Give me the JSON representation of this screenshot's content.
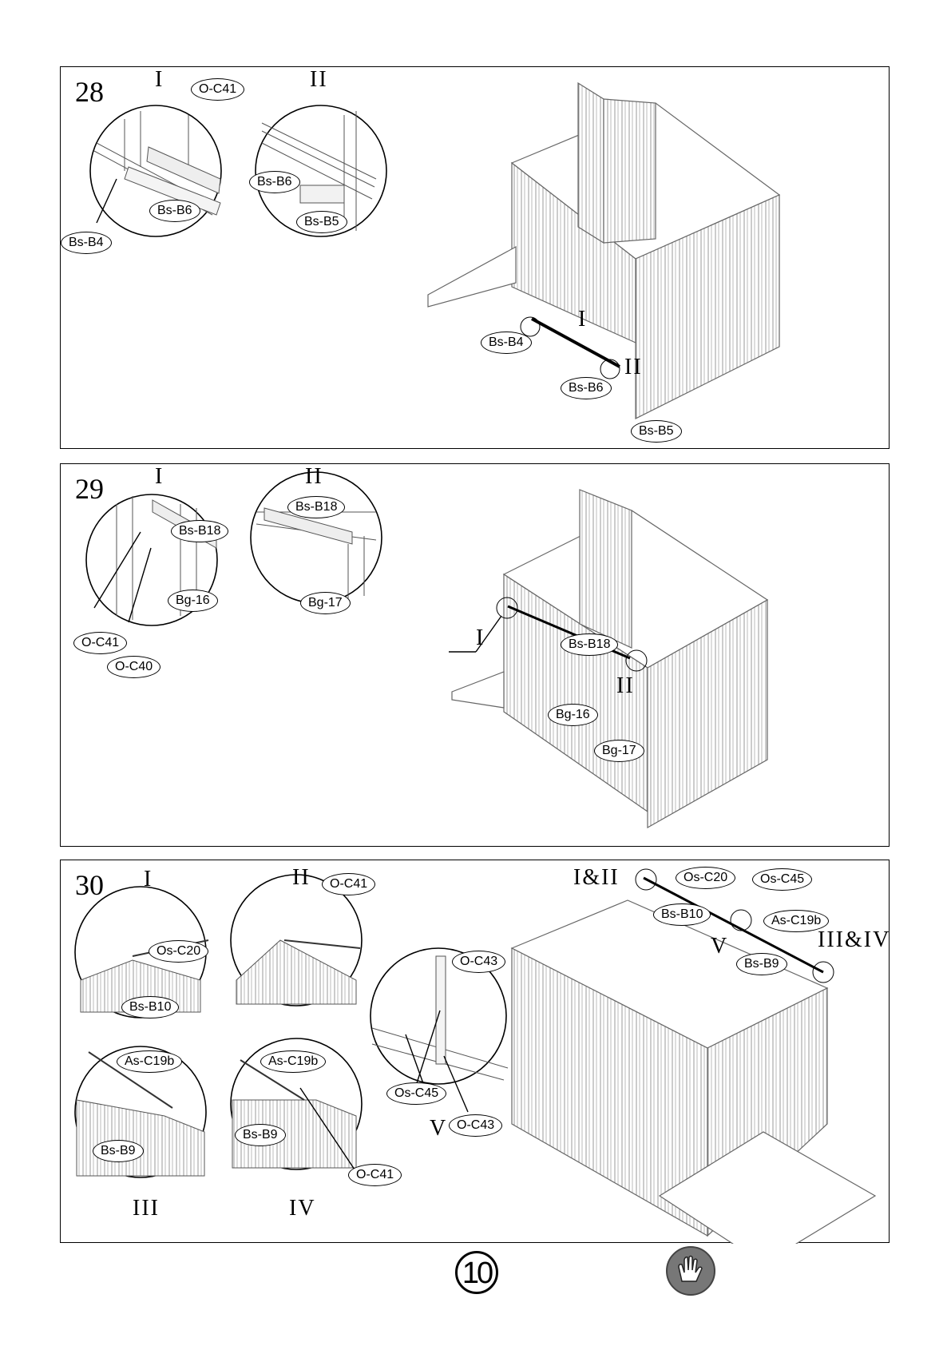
{
  "page_number": "10",
  "steps": [
    {
      "number": "28",
      "details": {
        "i": "I",
        "ii": "II"
      },
      "scene_markers": {
        "i": "I",
        "ii": "II"
      },
      "labels": {
        "o_c41": "O-C41",
        "bs_b4_detail": "Bs-B4",
        "bs_b6_detail_i": "Bs-B6",
        "bs_b6_detail_ii": "Bs-B6",
        "bs_b5_detail": "Bs-B5",
        "bs_b4_scene": "Bs-B4",
        "bs_b6_scene": "Bs-B6",
        "bs_b5_scene": "Bs-B5"
      }
    },
    {
      "number": "29",
      "details": {
        "i": "I",
        "ii": "II"
      },
      "scene_markers": {
        "i": "I",
        "ii": "II"
      },
      "labels": {
        "bs_b18_i": "Bs-B18",
        "bg16_detail": "Bg-16",
        "o_c41": "O-C41",
        "o_c40": "O-C40",
        "bs_b18_ii": "Bs-B18",
        "bg17_detail": "Bg-17",
        "bs_b18_scene": "Bs-B18",
        "bg16_scene": "Bg-16",
        "bg17_scene": "Bg-17"
      }
    },
    {
      "number": "30",
      "details": {
        "i": "I",
        "ii": "II",
        "iii": "III",
        "iv": "IV",
        "v": "V"
      },
      "scene_markers": {
        "i_ii": "I&II",
        "v": "V",
        "iii_iv": "III&IV"
      },
      "labels": {
        "os_c20_detail": "Os-C20",
        "bs_b10_detail": "Bs-B10",
        "o_c41_ii": "O-C41",
        "as_c19b_iii": "As-C19b",
        "bs_b9_iii": "Bs-B9",
        "as_c19b_iv": "As-C19b",
        "bs_b9_iv": "Bs-B9",
        "o_c41_iv": "O-C41",
        "o_c43_top": "O-C43",
        "os_c45_detail": "Os-C45",
        "o_c43_bottom": "O-C43",
        "os_c20_scene": "Os-C20",
        "os_c45_scene": "Os-C45",
        "bs_b10_scene": "Bs-B10",
        "as_c19b_scene": "As-C19b",
        "bs_b9_scene": "Bs-B9"
      }
    }
  ],
  "icons": {
    "glove": "gloves-icon"
  }
}
